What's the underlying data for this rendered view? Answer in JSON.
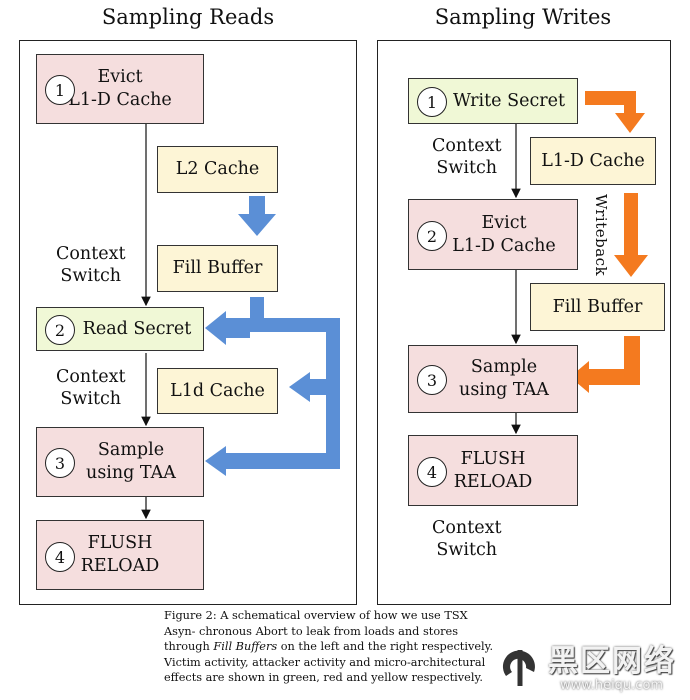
{
  "left": {
    "title": "Sampling Reads",
    "box1": {
      "num": "1",
      "line1": "Evict",
      "line2": "L1-D Cache"
    },
    "l2": "L2 Cache",
    "fill": "Fill Buffer",
    "ctx1": {
      "line1": "Context",
      "line2": "Switch"
    },
    "box2": {
      "num": "2",
      "text": "Read Secret"
    },
    "ctx2": {
      "line1": "Context",
      "line2": "Switch"
    },
    "l1d": "L1d Cache",
    "box3": {
      "num": "3",
      "line1": "Sample",
      "line2": "using TAA"
    },
    "box4": {
      "num": "4",
      "line1": "FLUSH",
      "line2": "RELOAD"
    }
  },
  "right": {
    "title": "Sampling Writes",
    "box1": {
      "num": "1",
      "text": "Write Secret"
    },
    "ctx1": {
      "line1": "Context",
      "line2": "Switch"
    },
    "l1d": "L1-D Cache",
    "writeback": "Writeback",
    "box2": {
      "num": "2",
      "line1": "Evict",
      "line2": "L1-D Cache"
    },
    "fill": "Fill Buffer",
    "box3": {
      "num": "3",
      "line1": "Sample",
      "line2": "using TAA"
    },
    "box4": {
      "num": "4",
      "line1": "FLUSH",
      "line2": "RELOAD"
    },
    "ctx2": {
      "line1": "Context",
      "line2": "Switch"
    }
  },
  "caption": {
    "text1": "Figure 2: A schematical overview of how we use TSX Asyn- chronous Abort to leak from loads and stores through ",
    "em": "Fill Buffers",
    "text2": " on the left and the right respectively. Victim activity, attacker activity and micro-architectural effects are shown in green, red and yellow respectively."
  },
  "watermark": {
    "cn": "黑区网络",
    "url": "www.heiqu.com"
  },
  "colors": {
    "victim": "#f0f8d6",
    "attacker": "#f5dede",
    "micro": "#fdf5d6",
    "blue_arrow": "#5b8fd6",
    "orange_arrow": "#f47a1f"
  }
}
